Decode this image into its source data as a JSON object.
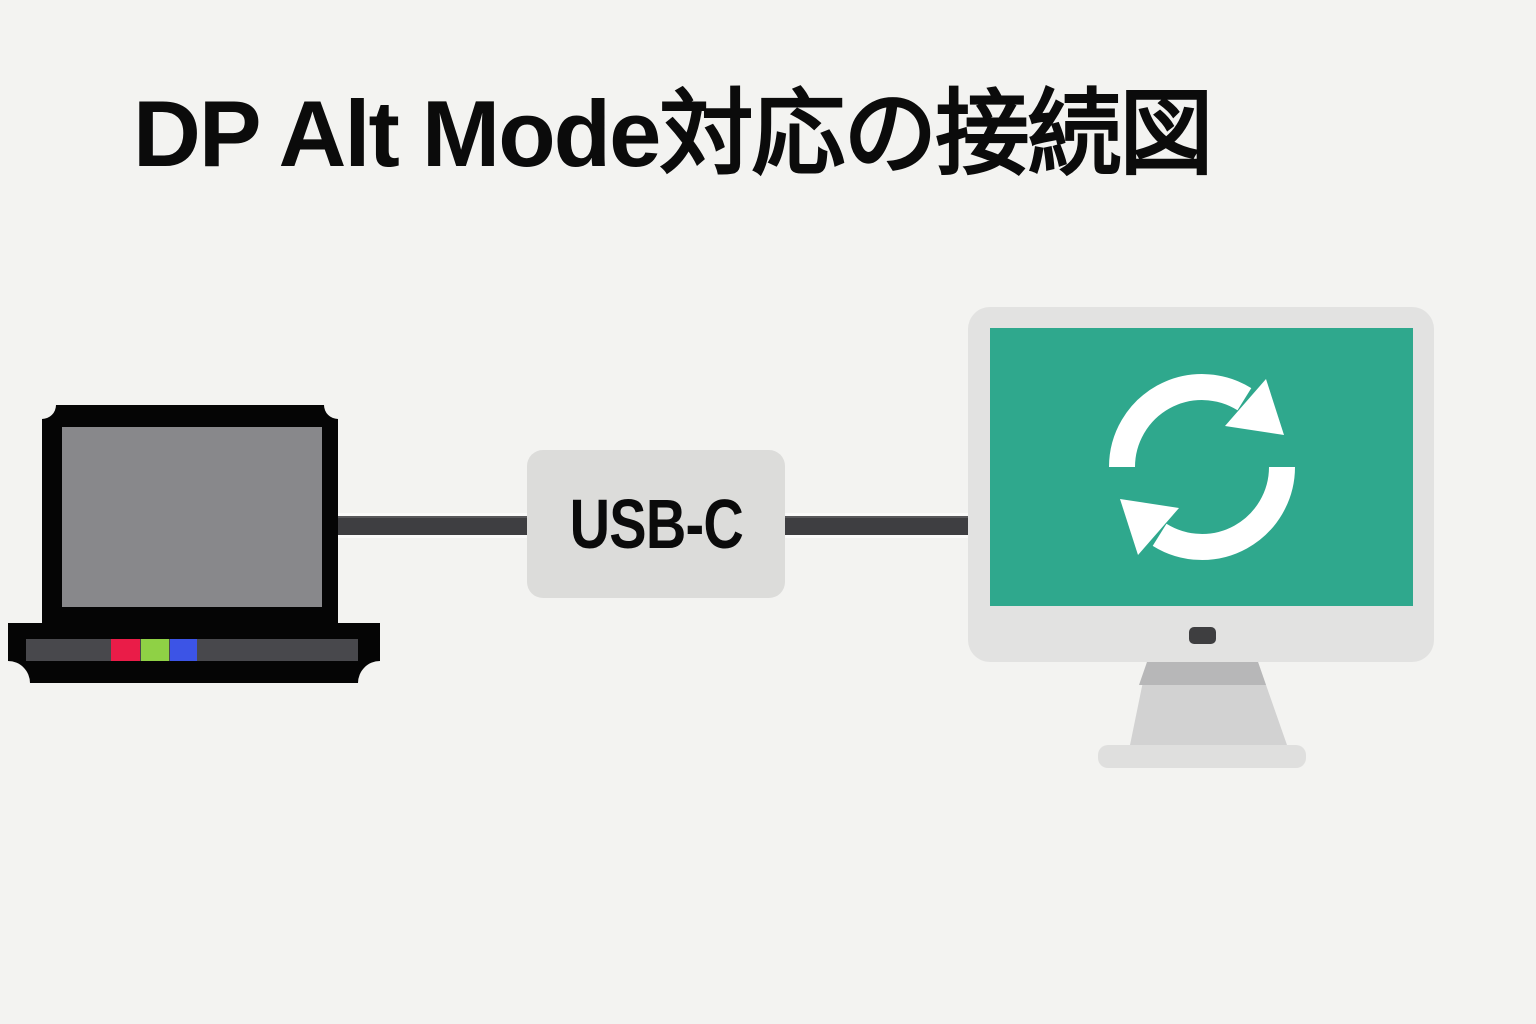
{
  "title": "DP Alt Mode対応の接続図",
  "diagram": {
    "connector": {
      "label": "USB-C"
    },
    "source_device": {
      "icon": "laptop-icon",
      "description": "laptop with RGB stripe base"
    },
    "target_device": {
      "icon": "monitor-icon",
      "description": "desktop monitor showing sync icon"
    },
    "link": {
      "icon": "cable-line",
      "description": "cable from laptop through USB-C connector to monitor"
    },
    "screen_icon": "sync-arrows-icon"
  },
  "colors": {
    "background": "#f3f3f1",
    "title_text": "#0b0b0b",
    "laptop_body": "#050505",
    "laptop_screen": "#88888b",
    "laptop_stripe": "#48484c",
    "stripe_red": "#ea1c48",
    "stripe_green": "#8fd145",
    "stripe_blue": "#3c54e6",
    "cable": "#3e3e41",
    "connector_box": "#dcdcda",
    "connector_text": "#0b0b0b",
    "monitor_frame": "#e2e2e1",
    "monitor_screen_teal": "#2fa88d",
    "monitor_button": "#3e3e40",
    "stand_neck": "#d2d2d2",
    "stand_neck_shadow": "#b7b7b8",
    "stand_base": "#dfdfde",
    "sync_icon": "#ffffff"
  }
}
